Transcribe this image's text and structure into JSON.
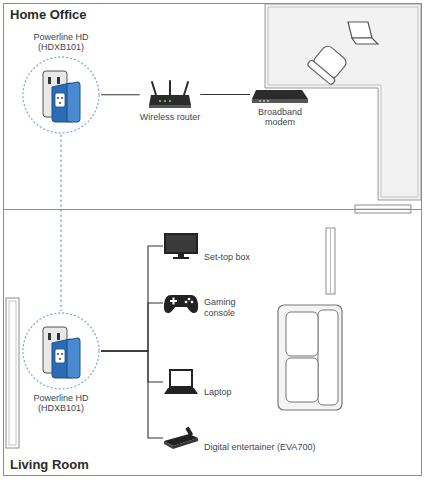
{
  "diagram": {
    "nodes": [
      {
        "text": [
          "Home Office"
        ]
      },
      {
        "text": [
          "Powerline HD (HDXB101)"
        ],
        "in": 0
      },
      {
        "text": [
          "Wireless router"
        ],
        "in": 0
      },
      {
        "text": [
          "Broadband modem"
        ],
        "in": 0
      },
      {
        "text": [
          "Living Room"
        ]
      },
      {
        "text": [
          "Powerline HD (HDXB101)"
        ],
        "in": 4
      },
      {
        "text": [
          "Set-top box"
        ],
        "in": 4
      },
      {
        "text": [
          "Gaming console"
        ],
        "in": 4
      },
      {
        "text": [
          "Laptop"
        ],
        "in": 4
      },
      {
        "text": [
          "Digital entertainer (EVA700)"
        ],
        "in": 4
      }
    ],
    "edges": [
      {
        "from": 1,
        "to": 2,
        "arrow": "none"
      },
      {
        "from": 2,
        "to": 3,
        "arrow": "none"
      },
      {
        "from": 1,
        "to": 5,
        "arrow": "none"
      },
      {
        "from": 5,
        "to": 6,
        "arrow": "none"
      },
      {
        "from": 5,
        "to": 7,
        "arrow": "none"
      },
      {
        "from": 5,
        "to": 8,
        "arrow": "none"
      },
      {
        "from": 5,
        "to": 9,
        "arrow": "none"
      }
    ]
  }
}
